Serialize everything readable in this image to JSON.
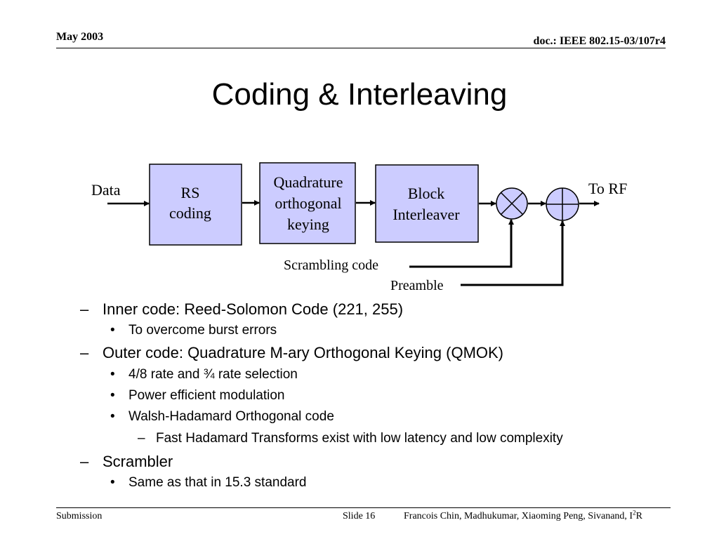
{
  "header": {
    "date": "May 2003",
    "doc_id": "doc.: IEEE 802.15-03/107r4"
  },
  "slide": {
    "title": "Coding & Interleaving"
  },
  "diagram": {
    "input_label": "Data",
    "output_label": "To RF",
    "blocks": [
      {
        "lines": [
          "RS",
          "coding"
        ]
      },
      {
        "lines": [
          "Quadrature",
          "orthogonal",
          "keying"
        ]
      },
      {
        "lines": [
          "Block",
          "Interleaver"
        ]
      }
    ],
    "scrambling_label": "Scrambling code",
    "preamble_label": "Preamble",
    "block_fill": "#ccccff"
  },
  "bullets": [
    {
      "marker": "–",
      "text": "Inner code: Reed-Solomon Code (221, 255)"
    },
    {
      "marker": "•",
      "text": "To overcome burst errors"
    },
    {
      "marker": "–",
      "text": "Outer code: Quadrature M-ary Orthogonal Keying (QMOK)"
    },
    {
      "marker": "•",
      "text": "4/8 rate and ¾ rate selection"
    },
    {
      "marker": "•",
      "text": "Power efficient modulation"
    },
    {
      "marker": "•",
      "text": "Walsh-Hadamard Orthogonal code"
    },
    {
      "marker": "–",
      "text": "Fast Hadamard Transforms exist with low latency and low complexity"
    },
    {
      "marker": "–",
      "text": "Scrambler"
    },
    {
      "marker": "•",
      "text": "Same as that in 15.3 standard"
    }
  ],
  "footer": {
    "left": "Submission",
    "slide_number": "Slide 16",
    "authors": "Francois Chin, Madhukumar, Xiaoming Peng, Sivanand, I",
    "authors_sup": "2",
    "authors_tail": "R"
  }
}
